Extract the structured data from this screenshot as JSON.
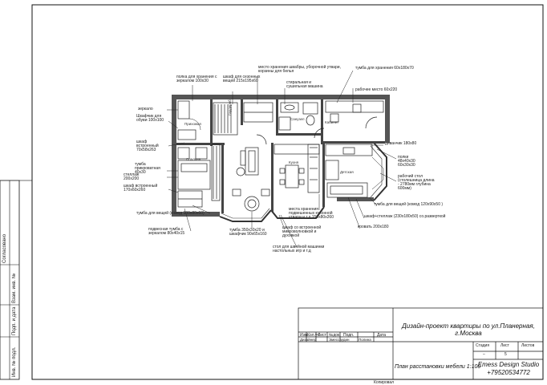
{
  "left_strip": [
    "Согласовано",
    "Взам. инв. №",
    "Подп. и дата",
    "Инв. № подл."
  ],
  "rooms": {
    "hall": "Прихожая",
    "bedroom": "Спальня",
    "bathroom": "Санузел",
    "cabinet": "Кабинет",
    "kitchen": "Кухня",
    "kids": "Детская",
    "wardrobe": "Гардероб"
  },
  "annotations": [
    "полка для хранения с зеркалом 100х30",
    "шкаф для сезонных вещей 215х195х60",
    "место хранения швабры, уборочной утвари, корзины для белья",
    "стиральная и сушильная машина",
    "тумба для хранения 60х180х70",
    "рабочее место 60х220",
    "зеркало",
    "Шкафчик для обуви 100х100",
    "шкаф встроенный 70х58х263",
    "тумба прикроватная 40х30",
    "стеллаж 200х200",
    "шкаф встроенный 170х60х260",
    "тумба для вещей (комод 130х80х60)",
    "подвесная тумба с зеркалом 80х40х15",
    "тумба 350х30х20 и шкафчик 90х65х160",
    "стол для швейной машинки настольных игр и т.д",
    "шкаф со встроенной микроволновкой и духовкой",
    "места хранения подвешенных кухонной утвари и т.д 150х80х260",
    "кровать 200х180",
    "шкаф+стеллаж (230х180х50) со.разверткой",
    "тумба для вещей (комод 120х90х50 )",
    "рабочий стол (столешница длина - 2780мм глубина 600мм)",
    "полки 48х40х30 60х30х30",
    "диванчик 180х80"
  ],
  "title_block": {
    "project_title": "Дизайн-проект квартиры по ул.Планерная, г.Москва",
    "sheet_title": "План расстановки мебели 1:100",
    "studio": "Emess Design Studio",
    "phone": "+79520534772",
    "copied": "Копировал",
    "col_headers": [
      "Изм.",
      "Кол.уч.",
      "Лист",
      "№док.",
      "Подп.",
      "Дата"
    ],
    "row_designer": "Дизайнер",
    "row_designer_name": "Эмессаудин",
    "row_sign": "Полина",
    "stage_header": "Стадия",
    "sheet_header": "Лист",
    "sheets_header": "Листов",
    "stage_value": "–",
    "sheet_value": "5",
    "sheets_value": ""
  }
}
